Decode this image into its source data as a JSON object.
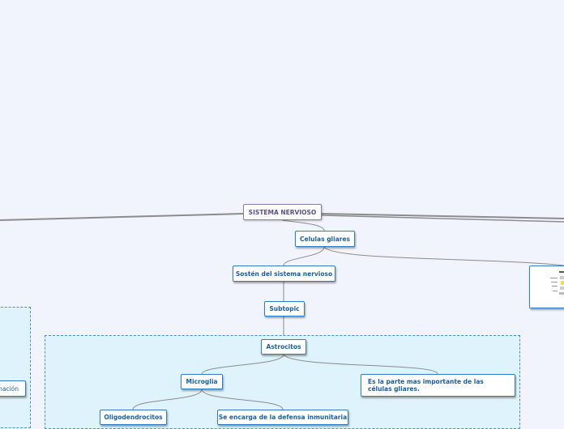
{
  "root": {
    "label": "SISTEMA NERVIOSO"
  },
  "nodes": {
    "celulas_gliares": "Celulas gliares",
    "sosten": "Sostén del sistema nervioso",
    "subtopic": "Subtopic",
    "astrocitos": "Astrocitos",
    "microglia": "Microglia",
    "parte_importante": "Es la parte mas importante de las células gliares.",
    "oligodendrocitos": "Oligodendrocitos",
    "defensa": "Se encarga de la defensa inmunitaria",
    "formacion_partial": "mación"
  },
  "colors": {
    "background": "#f2f4fd",
    "boundary_fill": "#dff3fc",
    "boundary_border": "#4a90d9",
    "node_border": "#2f7fc8",
    "node_text": "#1a5fa8",
    "root_text": "#5a4f86",
    "connector": "#8c8c8c"
  }
}
